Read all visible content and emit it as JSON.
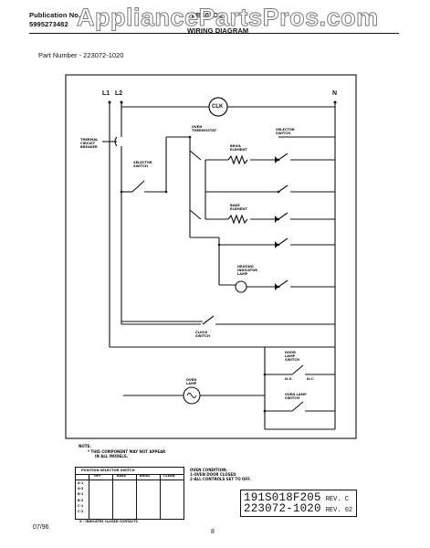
{
  "header": {
    "publication_label": "Publication No.",
    "publication_number": "5995273482",
    "model": "TEB601CC",
    "title": "WIRING DIAGRAM",
    "part_number": "Part Number - 223072-1020"
  },
  "watermark": "AppliancePartsPros.com",
  "diagram": {
    "nodes": {
      "l1": "L1",
      "l2": "L2",
      "n": "N",
      "clk": "CLK"
    },
    "labels": {
      "oven_thermostat": "OVEN THERMOSTAT",
      "selector_switch_top": "SELECTOR SWITCH",
      "thermal_cutout": "THERMAL CIRCUIT BREAKER",
      "selector_switch_left": "SELECTOR SWITCH",
      "broil_element": "BROIL ELEMENT",
      "bake_element": "BAKE ELEMENT",
      "heating_indicator": "HEATING INDICATOR LAMP",
      "clock_switch": "CLOCK SWITCH",
      "oven_lamp": "OVEN LAMP",
      "door_lamp_switch": "DOOR LAMP SWITCH",
      "oven_lamp_switch": "OVEN LAMP SWITCH",
      "no": "N.O.",
      "nc": "N.C."
    },
    "note": {
      "title": "NOTE:",
      "line1": "* THIS COMPONENT MAY NOT APPEAR",
      "line2": "IN ALL MODELS."
    },
    "oven_condition": {
      "title": "OVEN CONDITION:",
      "line1": "1-OVEN DOOR CLOSED",
      "line2": "2-ALL CONTROLS SET TO OFF."
    },
    "table": {
      "title": "POSITION SELECTOR SWITCH",
      "columns": [
        "OFF",
        "BAKE",
        "BROIL",
        "CLEAN"
      ],
      "rows": [
        "A-1",
        "A-2",
        "B-1",
        "B-2",
        "C-1",
        "C-2"
      ],
      "footnote": "X - INDICATES CLOSED CONTACTS"
    }
  },
  "revision": {
    "code1": "191S018F205",
    "suffix1": "REV. C",
    "code2": "223072-1020",
    "suffix2": "REV. 02"
  },
  "footer": {
    "date": "07/96",
    "page": "8"
  }
}
